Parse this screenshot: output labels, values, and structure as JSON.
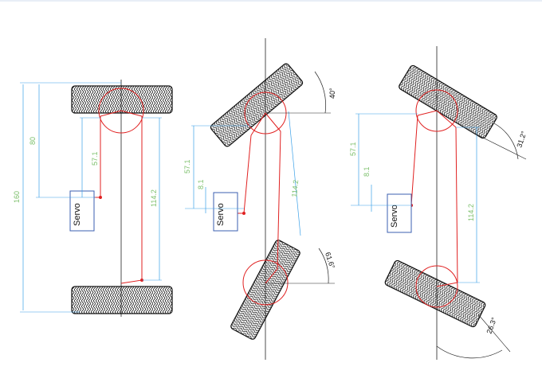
{
  "colors": {
    "dimension": "#3aa0e8",
    "linkage": "#e02020",
    "axis": "#222222",
    "servo_box": "#3b5fb0",
    "tire_pattern": "#111111",
    "dimension_text": "#7bbf6a",
    "angle_text": "#111111"
  },
  "diagrams": [
    {
      "name": "straight",
      "servo_label": "Servo",
      "dims": {
        "total": "160",
        "half": "80",
        "arm": "57.1",
        "link": "114.2"
      }
    },
    {
      "name": "left-turn",
      "servo_label": "Servo",
      "dims": {
        "arm": "57.1",
        "offset": "8.1",
        "link": "114.2"
      },
      "angles": {
        "upper": "40°",
        "lower": "61.6°"
      }
    },
    {
      "name": "right-turn",
      "servo_label": "Servo",
      "dims": {
        "arm": "57.1",
        "offset": "8.1",
        "link": "114.2"
      },
      "angles": {
        "upper": "31.2°",
        "lower": "26.3°"
      }
    }
  ]
}
